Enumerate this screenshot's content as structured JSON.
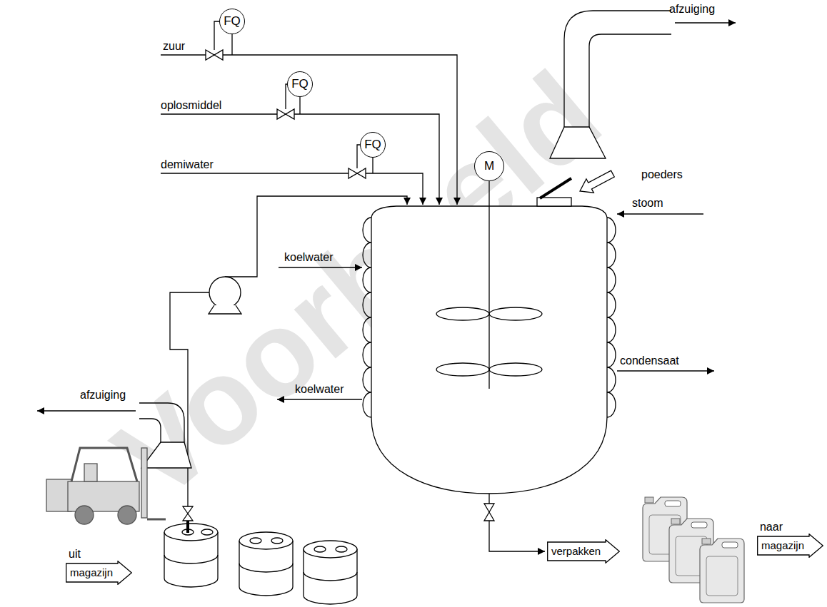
{
  "diagram": {
    "nodes": [
      {
        "text": [
          "FQ"
        ]
      },
      {
        "text": [
          "FQ"
        ]
      },
      {
        "text": [
          "FQ"
        ]
      },
      {
        "text": [
          "M"
        ]
      },
      {
        "text": [
          "uit",
          "magazijn"
        ]
      },
      {
        "text": [
          "verpakken"
        ]
      },
      {
        "text": [
          "naar",
          "magazijn"
        ]
      }
    ],
    "labels": [
      "afzuiging",
      "zuur",
      "oplosmiddel",
      "demiwater",
      "poeders",
      "stoom",
      "koelwater",
      "condensaat",
      "afzuiging",
      "koelwater",
      "Voorbeeld"
    ]
  }
}
